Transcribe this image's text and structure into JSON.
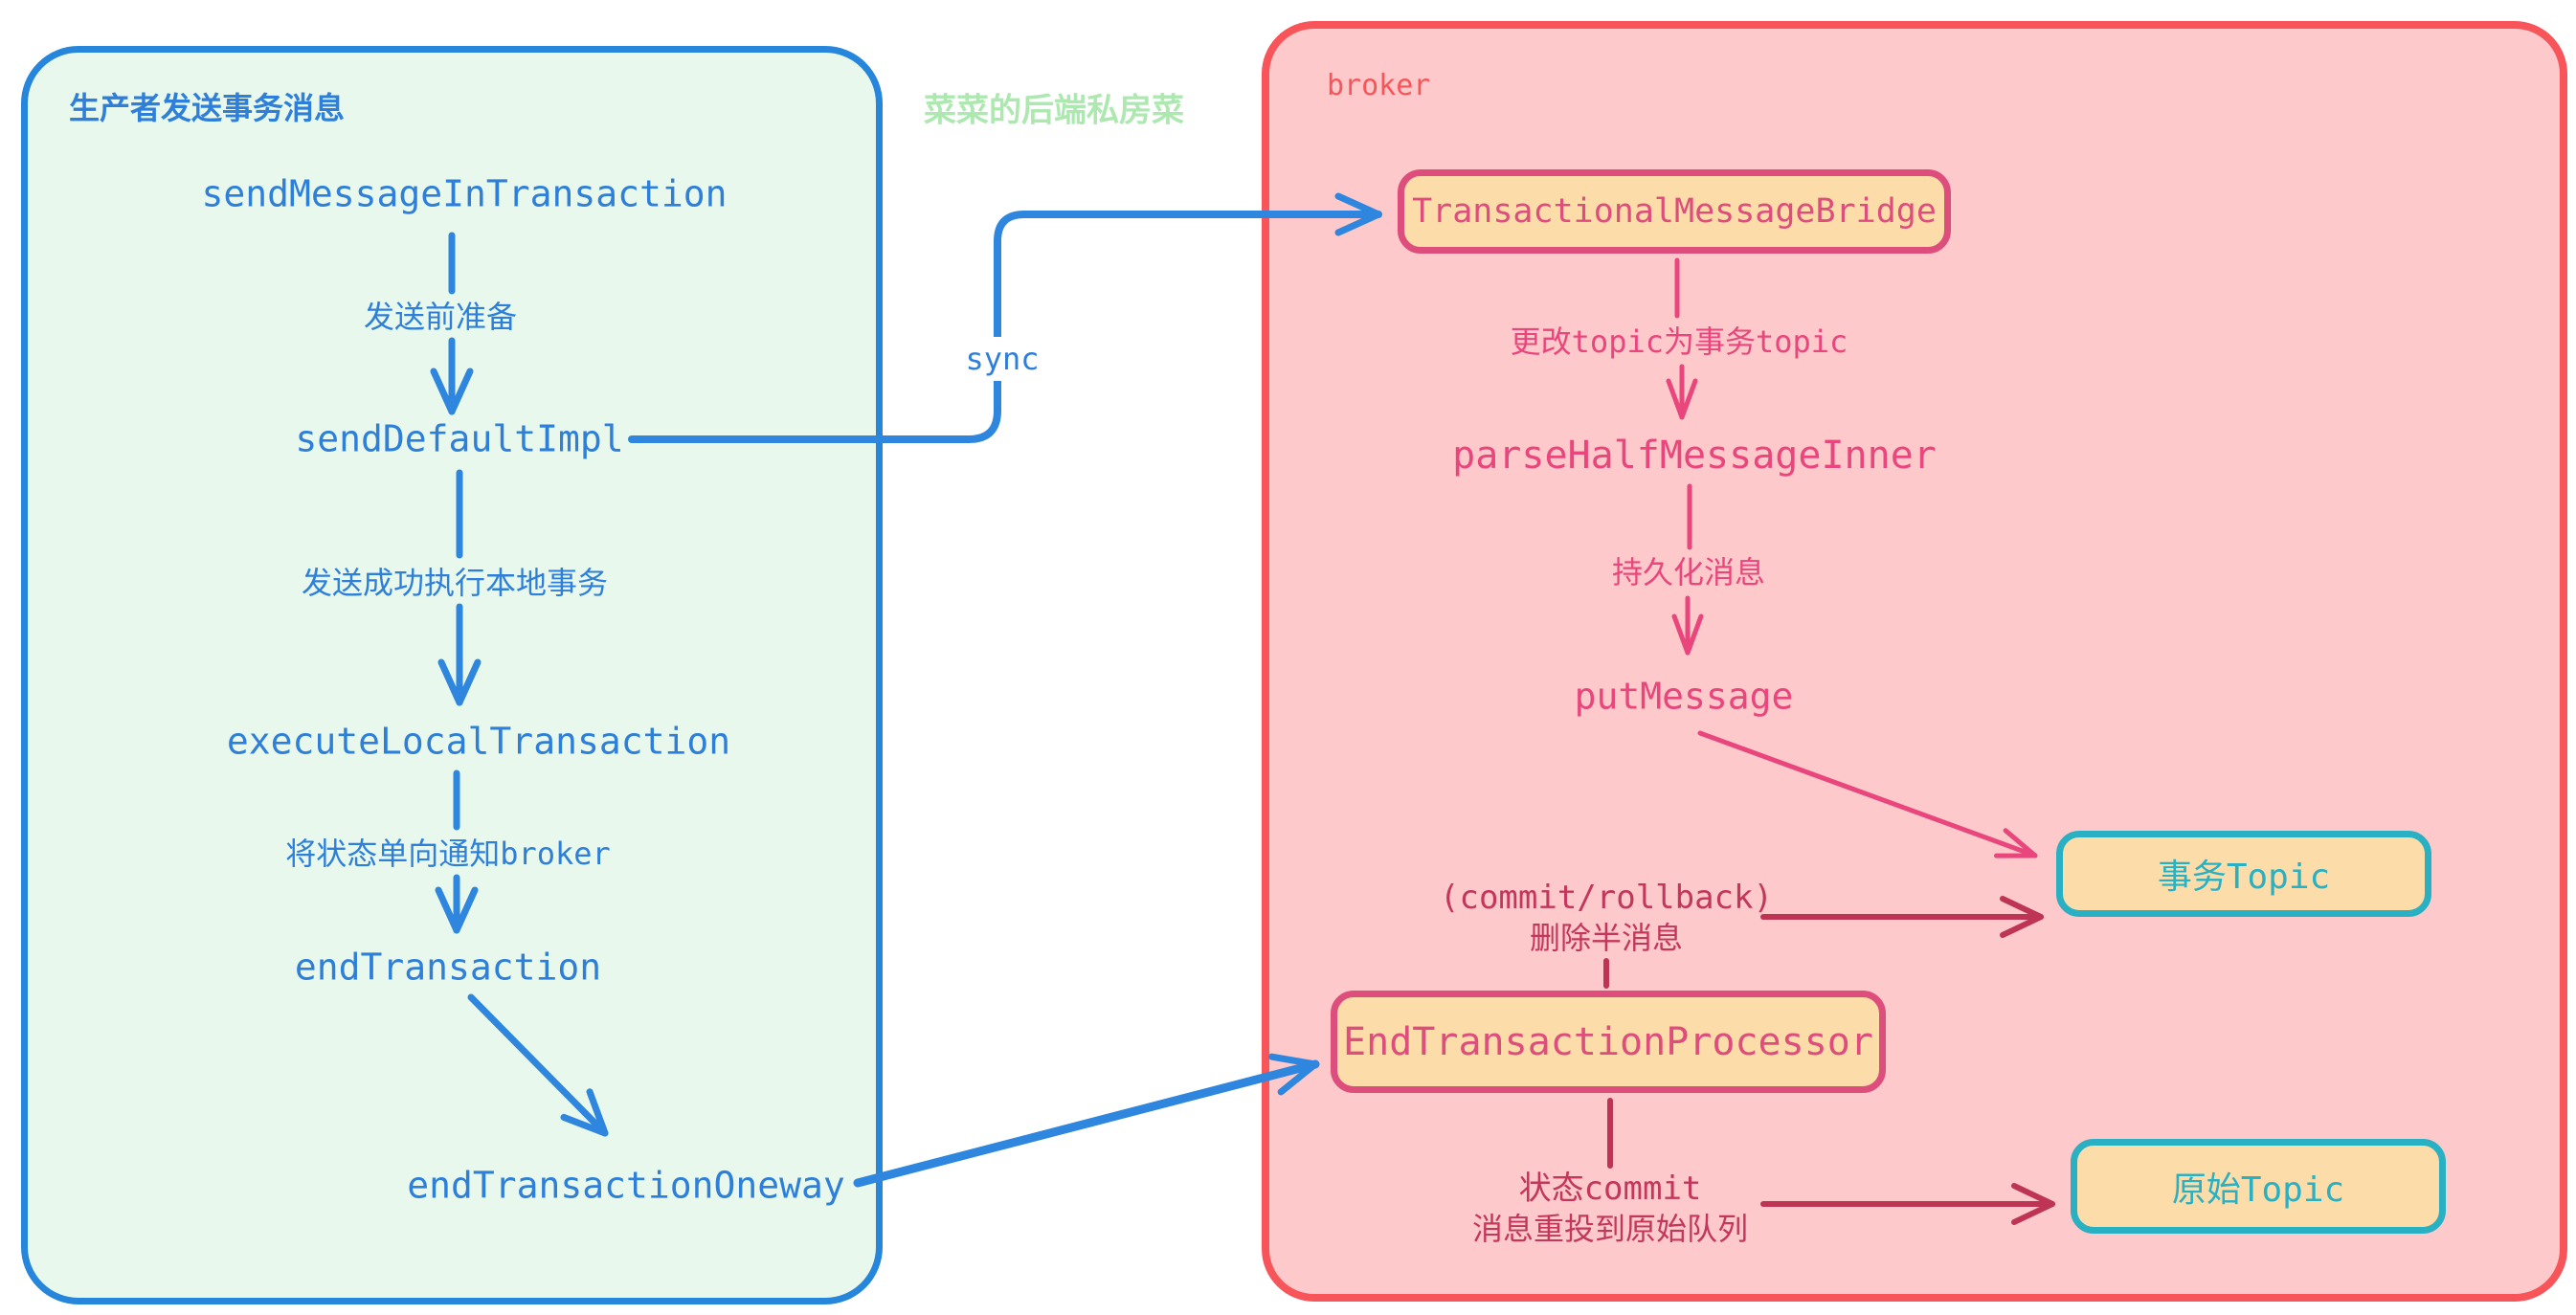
{
  "producer_panel": {
    "title": "生产者发送事务消息",
    "nodes": {
      "send_message_in_transaction": "sendMessageInTransaction",
      "send_default_impl": "sendDefaultImpl",
      "execute_local_transaction": "executeLocalTransaction",
      "end_transaction": "endTransaction",
      "end_transaction_oneway": "endTransactionOneway"
    },
    "edge_labels": {
      "prepare": "发送前准备",
      "exec_local": "发送成功执行本地事务",
      "notify_broker": "将状态单向通知broker"
    }
  },
  "middle": {
    "watermark": "菜菜的后端私房菜",
    "sync_label": "sync"
  },
  "broker_panel": {
    "title": "broker",
    "boxes": {
      "bridge": "TransactionalMessageBridge",
      "end_transaction_processor": "EndTransactionProcessor",
      "transaction_topic": "事务Topic",
      "original_topic": "原始Topic"
    },
    "nodes": {
      "parse_half_message_inner": "parseHalfMessageInner",
      "put_message": "putMessage"
    },
    "edge_labels": {
      "change_topic": "更改topic为事务topic",
      "persist": "持久化消息",
      "commit_rollback_line1": "(commit/rollback)",
      "commit_rollback_line2": "删除半消息",
      "status_commit_line1": "状态commit",
      "status_commit_line2": "消息重投到原始队列"
    }
  },
  "colors": {
    "producer_accent": "#2E7FD9",
    "producer_panel_fill": "#E8F8EC",
    "producer_panel_border": "#2586DC",
    "blue_arrow": "#2E86DE",
    "broker_panel_fill": "#FEC9CA",
    "broker_panel_border": "#F8555A",
    "box_fill": "#FCDCA8",
    "pink_box_border": "#DD4E7D",
    "teal_accent": "#29B0C3",
    "pink_flow": "#E8467C",
    "crimson_flow": "#BE3455",
    "watermark_green": "#ACE8AF"
  }
}
